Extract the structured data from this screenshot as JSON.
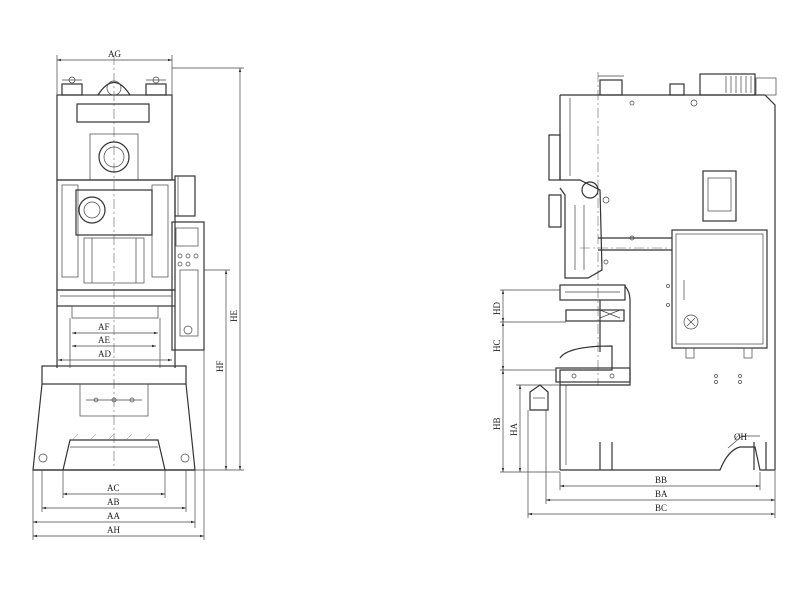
{
  "front_view": {
    "dims": {
      "AG": "AG",
      "AF": "AF",
      "AE": "AE",
      "AD": "AD",
      "AC": "AC",
      "AB": "AB",
      "AA": "AA",
      "AH": "AH",
      "HE": "HE",
      "HF": "HF"
    }
  },
  "side_view": {
    "dims": {
      "HD": "HD",
      "HC": "HC",
      "HB": "HB",
      "HA": "HA",
      "BB": "BB",
      "BA": "BA",
      "BC": "BC",
      "H": "ØH"
    }
  }
}
